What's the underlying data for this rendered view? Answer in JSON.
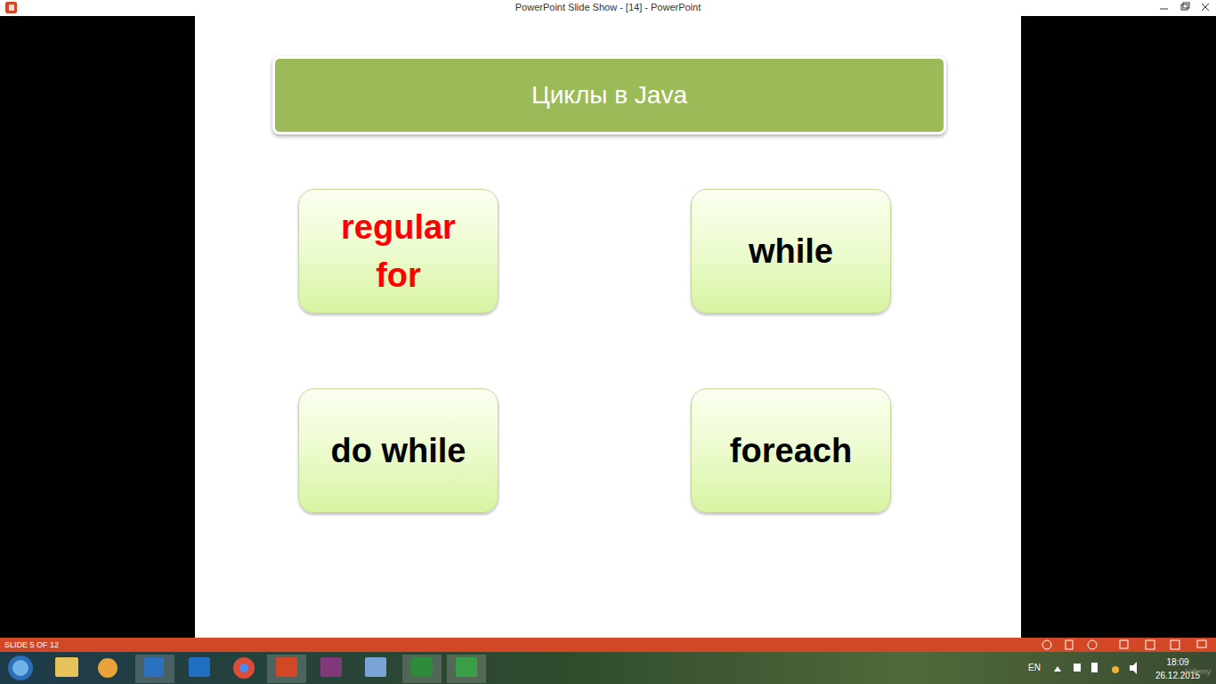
{
  "diagram": {
    "title": "Циклы в Java",
    "nodes": [
      {
        "text": [
          "regular for"
        ]
      },
      {
        "text": [
          "while"
        ]
      },
      {
        "text": [
          "do while"
        ]
      },
      {
        "text": [
          "foreach"
        ]
      }
    ],
    "labels": [
      "PowerPoint Slide Show - [14] - PowerPoint",
      "SLIDE 5 OF 12",
      "EN",
      "18:09",
      "26.12.2015",
      "Udemy"
    ]
  }
}
